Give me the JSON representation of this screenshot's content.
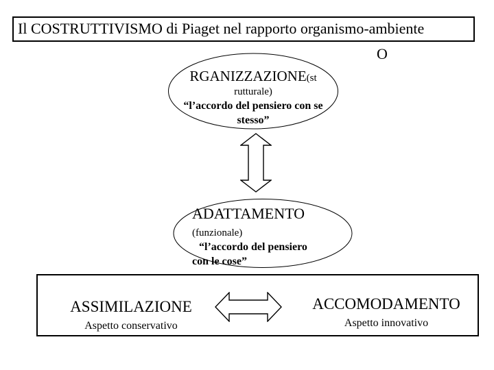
{
  "title": "Il COSTRUTTIVISMO di Piaget nel rapporto organismo-ambiente",
  "stray_o": "O",
  "organization": {
    "name_big": "RGANIZZAZIONE",
    "name_small": "(st",
    "name_wrap": "rutturale)",
    "quote_line1": "“l’accordo del pensiero con se",
    "quote_line2": "stesso”"
  },
  "adaptation": {
    "name": "ADATTAMENTO",
    "qualifier": "(funzionale)",
    "quote_line1": "“l’accordo del pensiero",
    "quote_line2": "con le cose”"
  },
  "bottom": {
    "left": {
      "title": "ASSIMILAZIONE",
      "subtitle": "Aspetto conservativo"
    },
    "right": {
      "title": "ACCOMODAMENTO",
      "subtitle": "Aspetto innovativo"
    }
  },
  "colors": {
    "stroke": "#000000",
    "background": "#ffffff",
    "text": "#000000"
  }
}
